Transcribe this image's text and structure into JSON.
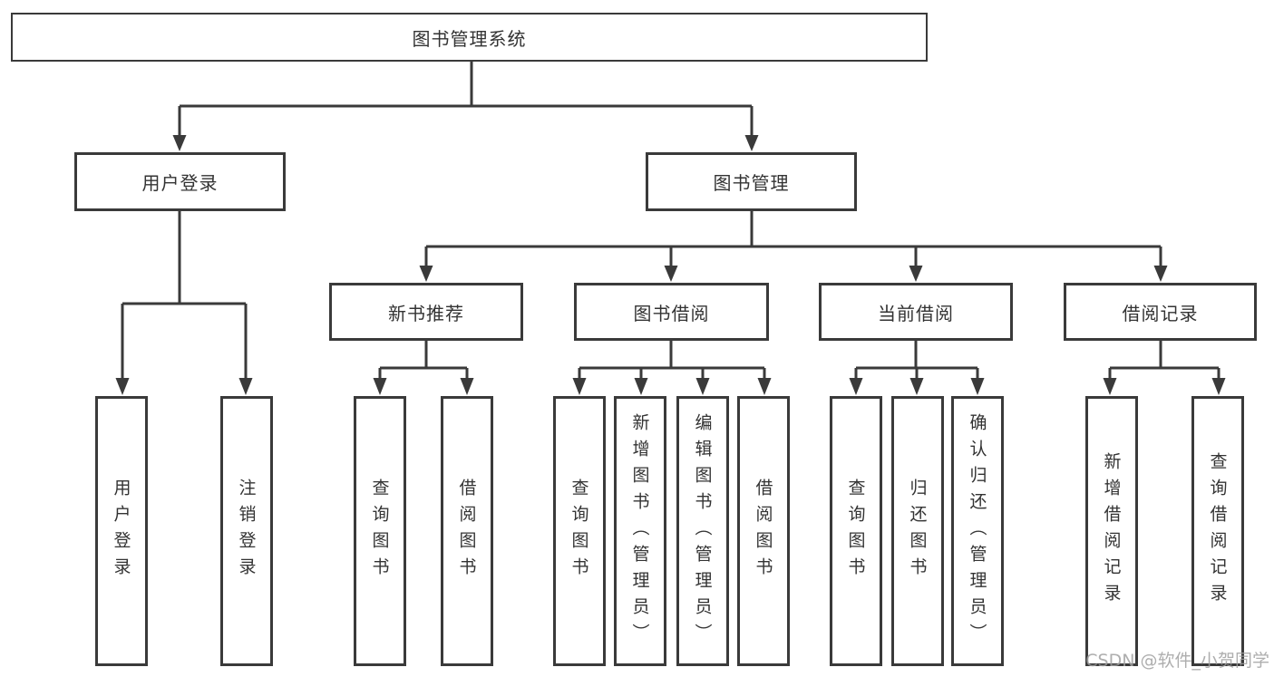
{
  "diagram": {
    "title": "图书管理系统",
    "nodes": {
      "root": {
        "label": "图书管理系统"
      },
      "user_login": {
        "label": "用户登录",
        "children": [
          "用户登录",
          "注销登录"
        ]
      },
      "book_mgmt": {
        "label": "图书管理",
        "children": {
          "new_book_rec": {
            "label": "新书推荐",
            "children": [
              "查询图书",
              "借阅图书"
            ]
          },
          "book_borrow": {
            "label": "图书借阅",
            "children": [
              "查询图书",
              "新增图书（管理员）",
              "编辑图书（管理员）",
              "借阅图书"
            ]
          },
          "current_borrow": {
            "label": "当前借阅",
            "children": [
              "查询图书",
              "归还图书",
              "确认归还（管理员）"
            ]
          },
          "borrow_records": {
            "label": "借阅记录",
            "children": [
              "新增借阅记录",
              "查询借阅记录"
            ]
          }
        }
      }
    }
  },
  "watermark": {
    "text": "CSDN @软件_小贺同学"
  },
  "colors": {
    "line": "#3a3a3a",
    "text": "#333333",
    "background": "#ffffff",
    "watermark": "#a0a0a0"
  }
}
